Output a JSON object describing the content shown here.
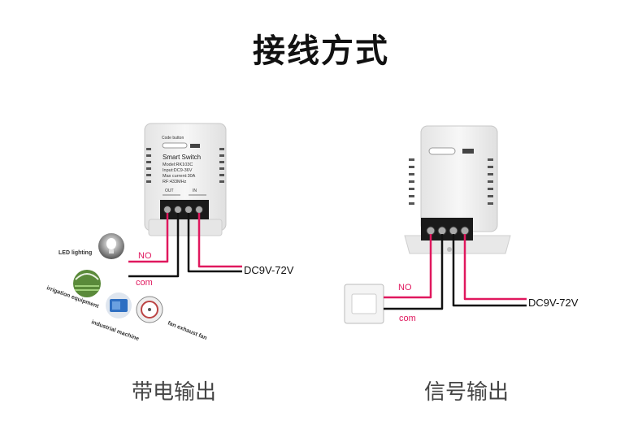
{
  "title": "接线方式",
  "left": {
    "caption": "带电输出",
    "device": {
      "button_label": "Code button",
      "name": "Smart Switch",
      "model": "Model:RK103C",
      "input": "Input:DC9-36V",
      "current": "Max current:30A",
      "rf": "RF:433MHz",
      "out_label": "OUT",
      "in_label": "IN"
    },
    "wire_no": "NO",
    "wire_com": "com",
    "power": "DC9V-72V",
    "loads": [
      "LED lighting",
      "irrigation equipment",
      "industrial machine",
      "fan exhaust fan"
    ]
  },
  "right": {
    "caption": "信号输出",
    "wire_no": "NO",
    "wire_com": "com",
    "power": "DC9V-72V"
  },
  "colors": {
    "no_wire": "#e0185e",
    "com_wire": "#111111"
  }
}
